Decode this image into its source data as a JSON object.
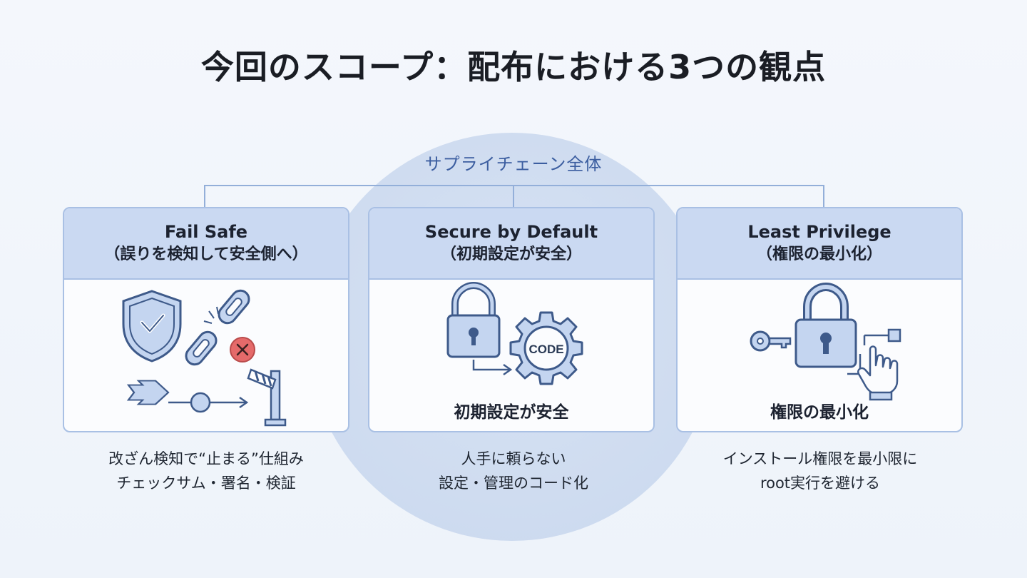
{
  "title": "今回のスコープ：配布における3つの観点",
  "scope_label": "サプライチェーン全体",
  "cards": [
    {
      "title": "Fail Safe",
      "subtitle": "（誤りを検知して安全側へ）",
      "caption": "",
      "icons": [
        "shield-check-icon",
        "broken-chain-icon",
        "error-x-icon",
        "arrow-icon",
        "barrier-gate-icon"
      ],
      "desc_lines": [
        "改ざん検知で“止まる”仕組み",
        "チェックサム・署名・検証"
      ]
    },
    {
      "title": "Secure by Default",
      "subtitle": "（初期設定が安全）",
      "caption": "初期設定が安全",
      "gear_text": "CODE",
      "icons": [
        "padlock-icon",
        "arrow-icon",
        "gear-icon"
      ],
      "desc_lines": [
        "人手に頼らない",
        "設定・管理のコード化"
      ]
    },
    {
      "title": "Least Privilege",
      "subtitle": "（権限の最小化）",
      "caption": "権限の最小化",
      "icons": [
        "key-icon",
        "padlock-icon",
        "hand-pointer-icon"
      ],
      "desc_lines": [
        "インストール権限を最小限に",
        "root実行を避ける"
      ]
    }
  ],
  "colors": {
    "accent": "#3c5ea0",
    "card_header": "#cad9f2",
    "card_border": "#a9c0e4",
    "icon_fill": "#c4d5f0",
    "icon_stroke": "#3e5a8a",
    "error": "#e56a6a"
  }
}
